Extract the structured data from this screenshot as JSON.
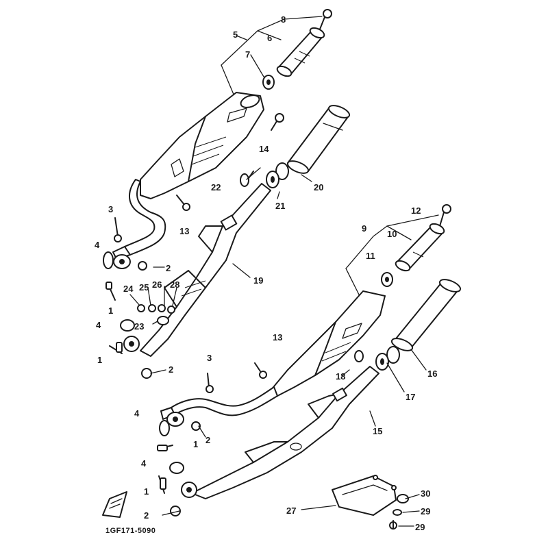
{
  "diagram_code": "1GF171-5090",
  "callouts": {
    "c8": "8",
    "c5": "5",
    "c6": "6",
    "c7": "7",
    "c14": "14",
    "c20": "20",
    "c22": "22",
    "c21": "21",
    "c3a": "3",
    "c13a": "13",
    "c4a": "4",
    "c2a": "2",
    "c19": "19",
    "c24": "24",
    "c25": "25",
    "c26": "26",
    "c28": "28",
    "c1a": "1",
    "c23": "23",
    "c4b": "4",
    "c1b": "1",
    "c2b": "2",
    "c12": "12",
    "c9": "9",
    "c10": "10",
    "c11": "11",
    "c13b": "13",
    "c3b": "3",
    "c18": "18",
    "c17": "17",
    "c16": "16",
    "c4c": "4",
    "c2c": "2",
    "c1c": "1",
    "c15": "15",
    "c4d": "4",
    "c1d": "1",
    "c2d": "2",
    "c27": "27",
    "c30": "30",
    "c29a": "29",
    "c29b": "29"
  }
}
